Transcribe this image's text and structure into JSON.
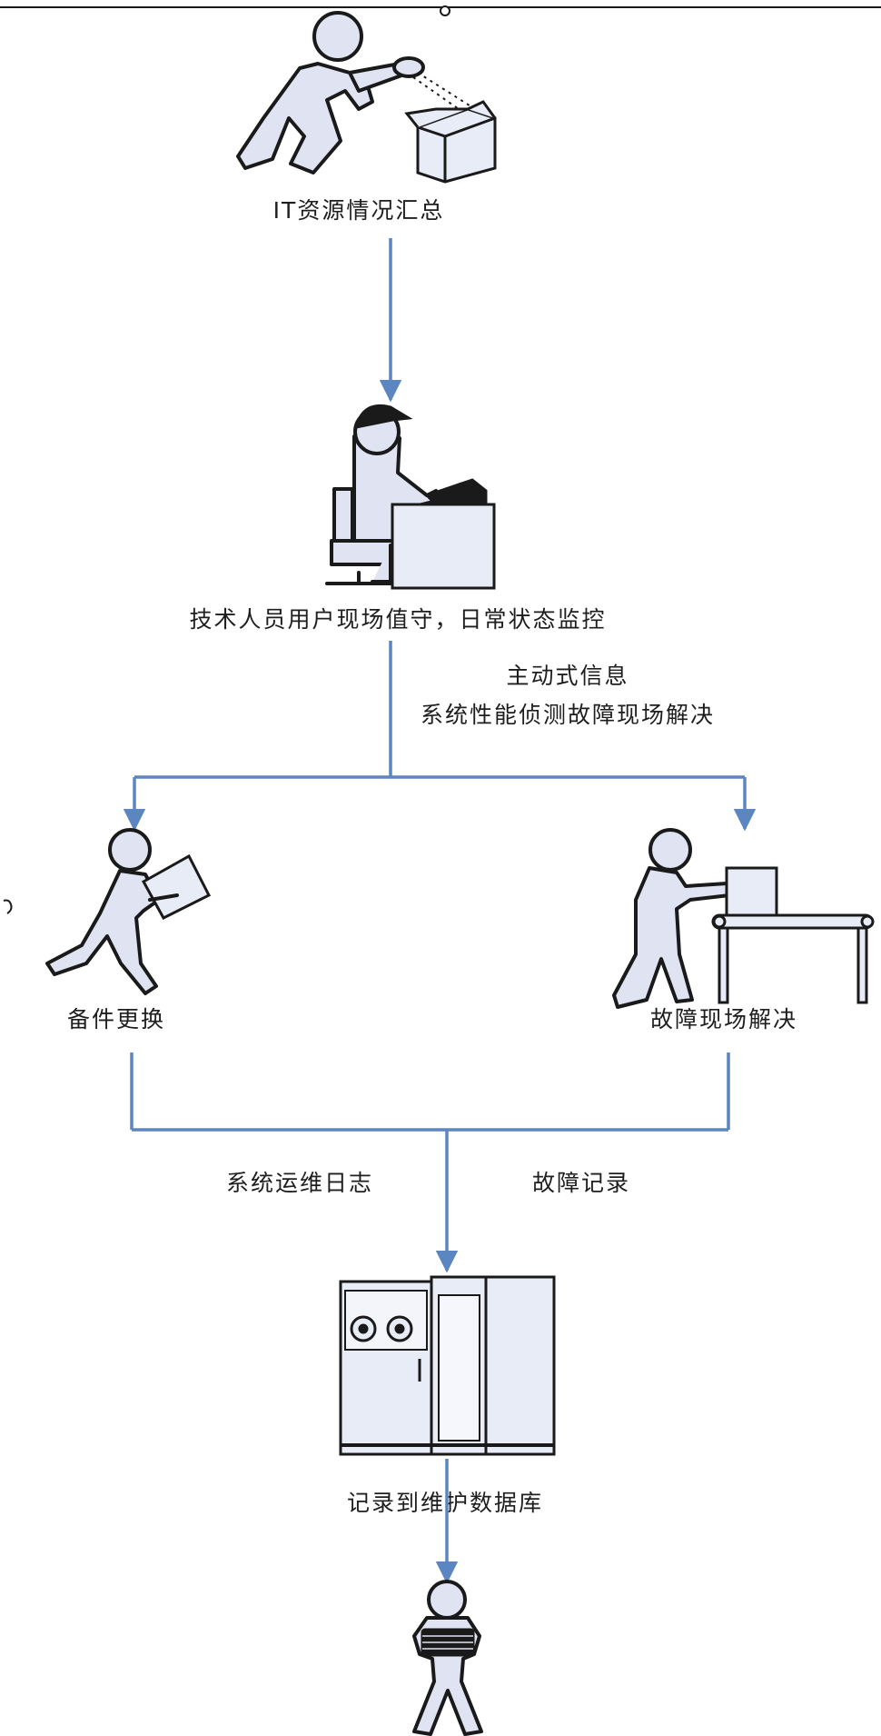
{
  "diagram": {
    "nodes": [
      {
        "id": "it-summary",
        "label": "IT资源情况汇总",
        "icon": "inspector-person-icon"
      },
      {
        "id": "onsite-monitoring",
        "label": "技术人员用户现场值守，日常状态监控",
        "icon": "operator-desk-icon"
      },
      {
        "id": "spare-replacement",
        "label": "备件更换",
        "icon": "carrying-person-icon"
      },
      {
        "id": "onsite-fix-left",
        "label": "故障现场解决",
        "icon": "conveyor-worker-icon"
      },
      {
        "id": "maintenance-db",
        "label": "记录到维护数据库",
        "icon": "server-cabinet-icon"
      },
      {
        "id": "final-person",
        "label": "",
        "icon": "person-holding-files-icon"
      }
    ],
    "edge_labels": {
      "proactive_line1": "主动式信息",
      "proactive_line2": "系统性能侦测故障现场解决",
      "ops_log": "系统运维日志",
      "fault_record": "故障记录"
    },
    "colors": {
      "flow_line": "#5b86c1",
      "figure_fill": "#dfe3f2",
      "outline": "#1a1a1a"
    }
  }
}
